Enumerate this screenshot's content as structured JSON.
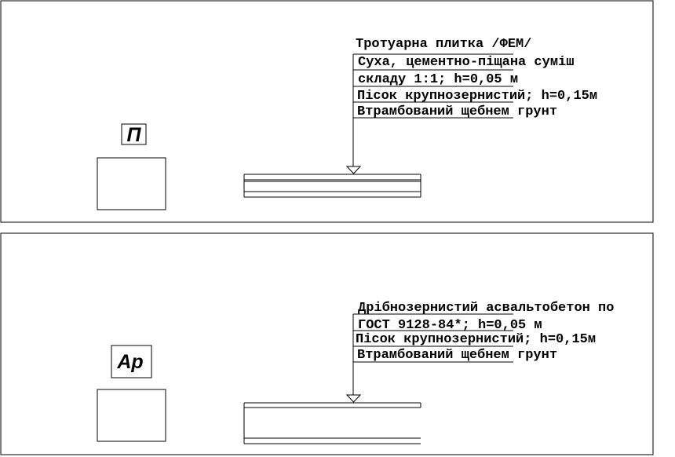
{
  "colors": {
    "line": "#000000",
    "background": "#ffffff"
  },
  "panels": [
    {
      "code": "П",
      "title": "Тротуарна плитка /ФЕМ/",
      "layers": [
        "Суха, цементно-піщана суміш",
        "складу 1:1; h=0,05 м",
        "Пісок крупнозернистий; h=0,15м",
        "Втрамбований щебнем грунт"
      ]
    },
    {
      "code": "Ар",
      "title": "Дрібнозернистий асвальтобетон по",
      "layers": [
        "ГОСТ 9128-84*; h=0,05 м",
        "Пісок крупнозернистий; h=0,15м",
        "Втрамбований щебнем грунт"
      ]
    }
  ]
}
